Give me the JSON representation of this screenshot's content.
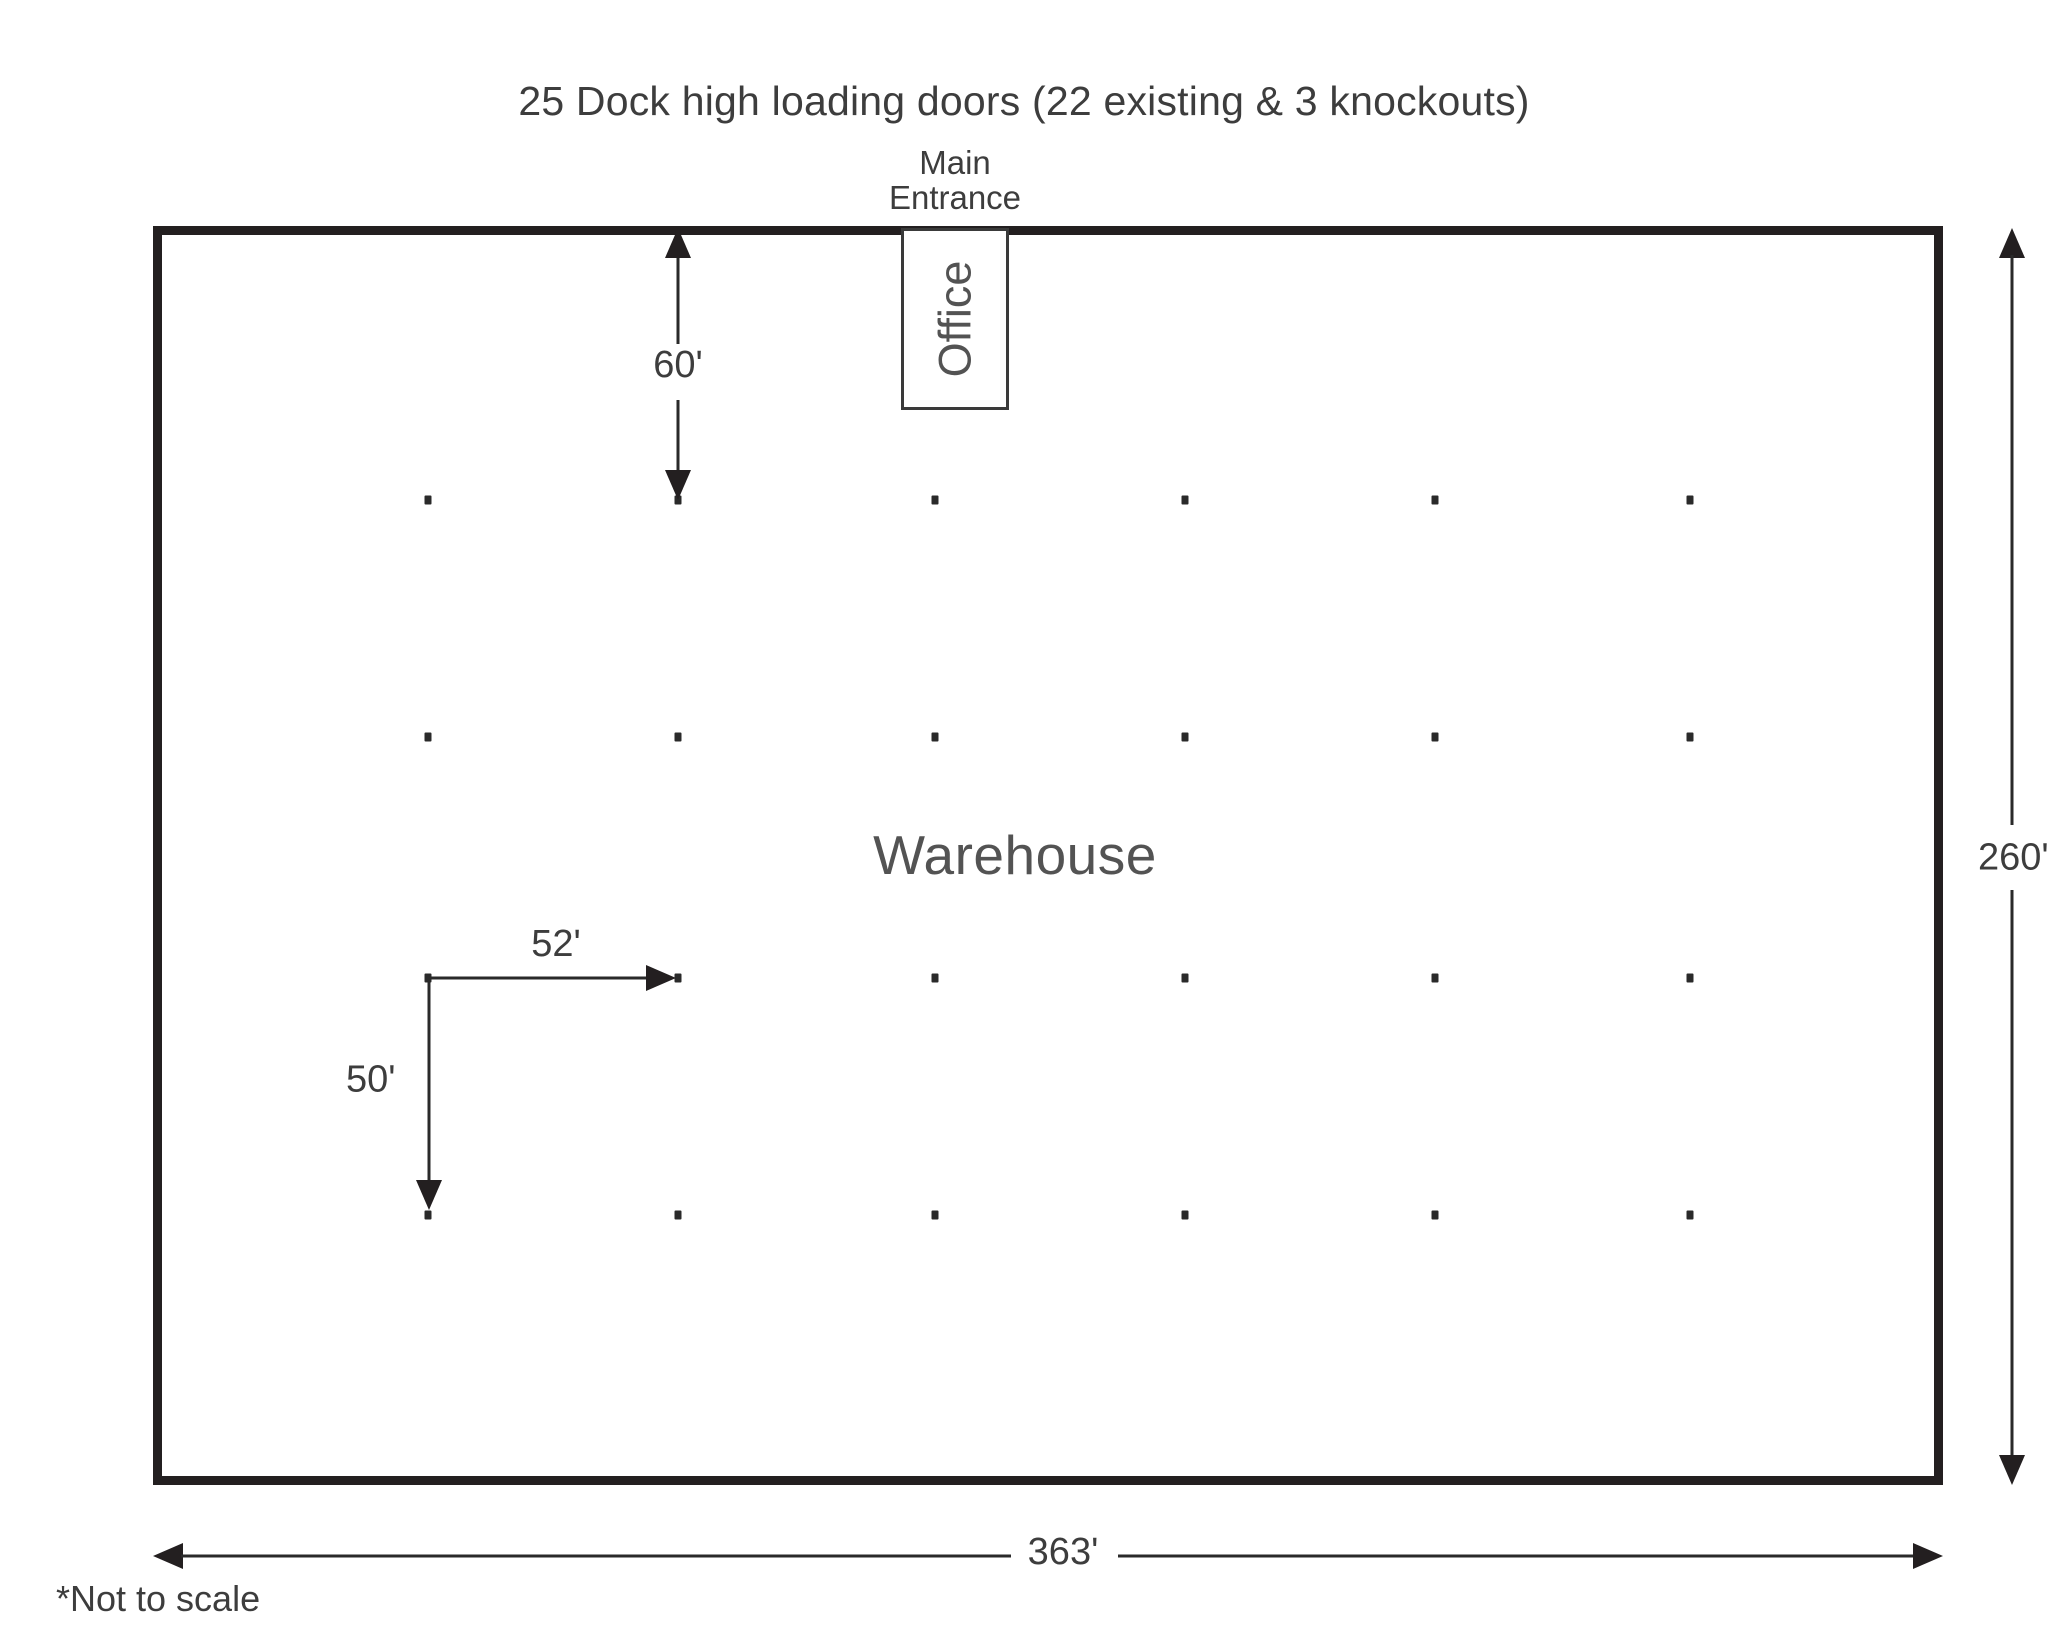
{
  "diagram": {
    "title": "25 Dock high loading doors (22 existing & 3 knockouts)",
    "footnote": "*Not to scale",
    "building_label": "Warehouse",
    "office_label": "Office",
    "entrance_label_line1": "Main",
    "entrance_label_line2": "Entrance",
    "colors": {
      "wall": "#231f20",
      "text": "#3d3d3d",
      "label_gray": "#535353",
      "background": "#ffffff"
    }
  },
  "dimensions": {
    "width": "363'",
    "height": "260'",
    "office_setback": "60'",
    "column_spacing_horizontal": "52'",
    "column_spacing_vertical": "50'"
  },
  "chart_data": {
    "type": "diagram",
    "title": "25 Dock high loading doors (22 existing & 3 knockouts)",
    "subtype": "warehouse-floor-plan",
    "building": {
      "name": "Warehouse",
      "width_ft": 363,
      "depth_ft": 260,
      "not_to_scale": true
    },
    "office": {
      "name": "Office",
      "position": "north wall, center",
      "entrance": "Main Entrance"
    },
    "loading_doors": {
      "total": 25,
      "existing": 22,
      "knockouts": 3,
      "type": "Dock high"
    },
    "column_grid": {
      "bay_width_ft": 52,
      "bay_depth_ft": 50,
      "wall_to_first_column_ft": 60,
      "rows": 4,
      "columns_per_row": 6
    },
    "annotations": [
      {
        "label": "60'",
        "orientation": "vertical",
        "meaning": "north wall to first column row"
      },
      {
        "label": "52'",
        "orientation": "horizontal",
        "meaning": "column bay width"
      },
      {
        "label": "50'",
        "orientation": "vertical",
        "meaning": "column bay depth"
      },
      {
        "label": "363'",
        "orientation": "horizontal",
        "meaning": "overall building width"
      },
      {
        "label": "260'",
        "orientation": "vertical",
        "meaning": "overall building depth"
      }
    ]
  }
}
